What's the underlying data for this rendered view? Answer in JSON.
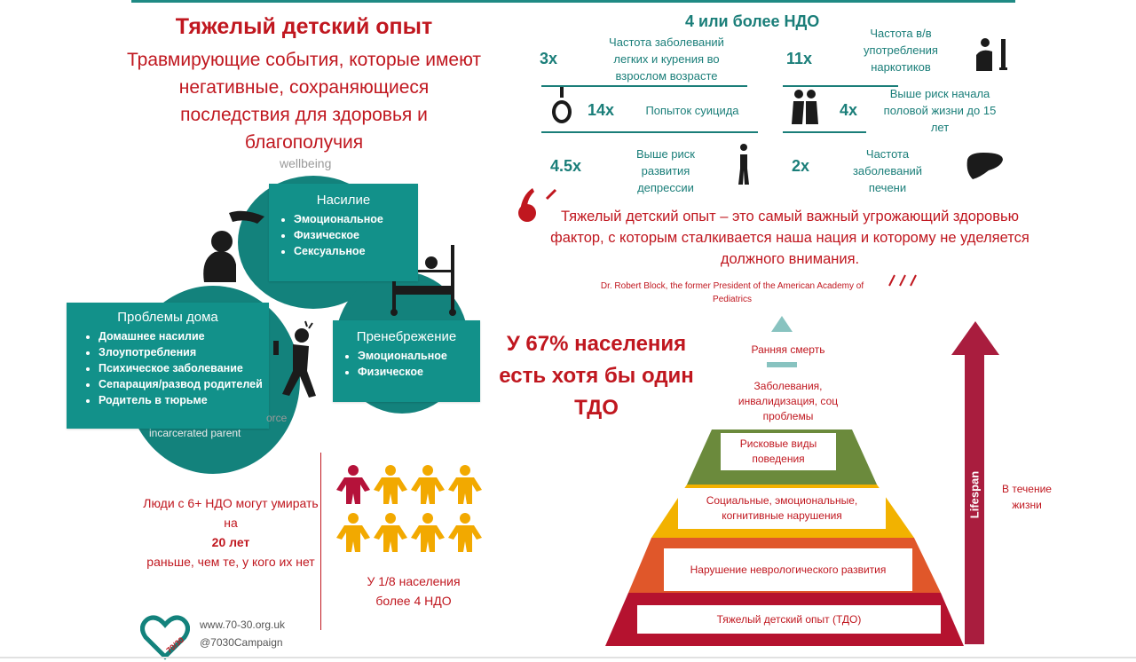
{
  "header": {
    "title": "Тяжелый детский опыт",
    "subtitle": "Травмирующие события, которые имеют негативные, сохраняющиеся последствия для здоровья и благополучия",
    "ghost_word": "wellbeing"
  },
  "categories": {
    "violence": {
      "title": "Насилие",
      "items": [
        "Эмоциональное",
        "Физическое",
        "Сексуальное"
      ]
    },
    "home": {
      "title": "Проблемы дома",
      "items": [
        "Домашнее насилие",
        "Злоупотребления",
        "Психическое заболевание",
        "Сепарация/развод родителей",
        "Родитель в тюрьме"
      ],
      "ghost_lines": [
        "orce",
        "incarcerated parent"
      ]
    },
    "neglect": {
      "title": "Пренебрежение",
      "items": [
        "Эмоциональное",
        "Физическое"
      ]
    }
  },
  "stats": {
    "heading": "4 или более НДО",
    "items": [
      {
        "mult": "3x",
        "text": "Частота заболеваний легких и курения во взрослом возрасте"
      },
      {
        "mult": "11x",
        "text": "Частота в/в употребления наркотиков"
      },
      {
        "mult": "14x",
        "text": "Попыток суицида"
      },
      {
        "mult": "4x",
        "text": "Выше риск начала половой жизни до 15 лет"
      },
      {
        "mult": "4.5x",
        "text": "Выше риск развития депрессии"
      },
      {
        "mult": "2x",
        "text": "Частота заболеваний печени"
      }
    ]
  },
  "quote": {
    "text": "Тяжелый детский опыт – это самый важный угрожающий здоровью фактор, с которым сталкивается наша нация и которому не уделяется должного внимания.",
    "source": "Dr. Robert Block, the former President of the American Academy of Pediatrics"
  },
  "prevalence": {
    "text": "У 67% населения есть хотя бы один ТДО",
    "percent": 67
  },
  "early_death_note": {
    "line1": "Люди с 6+ НДО могут умирать на",
    "years": "20 лет",
    "line2": "раньше, чем те, у кого их нет"
  },
  "people": {
    "caption": "У 1/8 населения более 4 НДО",
    "total": 8,
    "highlighted": 1,
    "highlight_color": "#b5123a",
    "base_color": "#f2a900"
  },
  "pyramid": {
    "levels": [
      "Ранняя смерть",
      "Заболевания, инвалидизация, соц проблемы",
      "Рисковые виды поведения",
      "Социальные, эмоциональные, когнитивные нарушения",
      "Нарушение неврологического развития",
      "Тяжелый детский опыт (ТДО)"
    ],
    "arrow_label": "Lifespan",
    "side_label": "В течение жизни"
  },
  "footer": {
    "site": "www.70-30.org.uk",
    "handle": "@7030Campaign",
    "logo_text": "70/30"
  },
  "colors": {
    "red": "#c0171f",
    "teal": "#13827c",
    "maroon": "#a91d3e"
  }
}
